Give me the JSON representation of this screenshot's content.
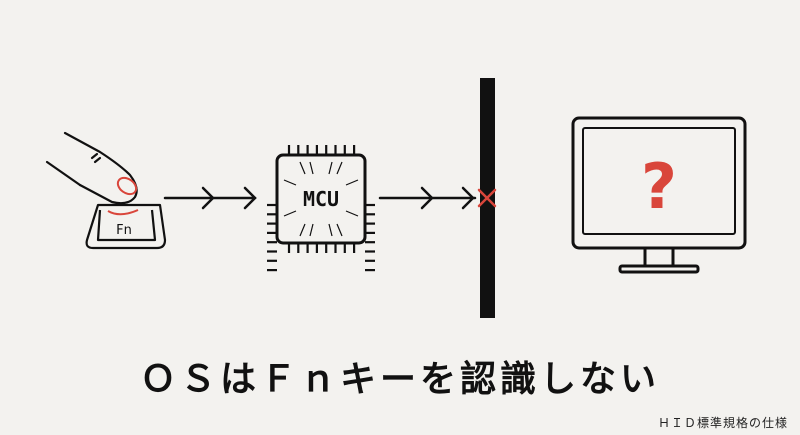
{
  "diagram": {
    "key_label": "Fn",
    "chip_label": "MCU",
    "monitor_symbol": "?",
    "caption": "ＯＳはＦｎキーを認識しない",
    "footnote": "ＨＩＤ標準規格の仕様",
    "colors": {
      "accent": "#d9463b",
      "ink": "#111111",
      "background": "#f3f2ef"
    },
    "icons": [
      "finger-icon",
      "keycap-icon",
      "chip-icon",
      "blocked-icon",
      "monitor-icon"
    ]
  }
}
